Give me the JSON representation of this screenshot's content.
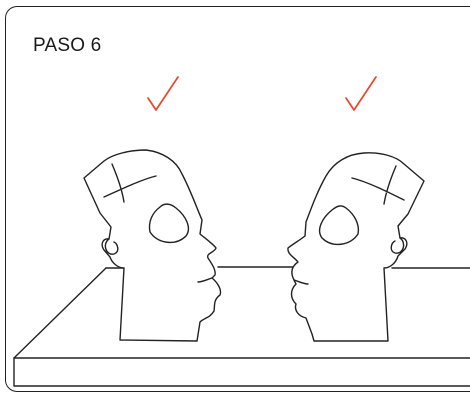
{
  "step": {
    "title": "PASO 6"
  },
  "marks": {
    "left_check": "check-mark",
    "right_check": "check-mark",
    "check_color": "#e8472a"
  },
  "colors": {
    "line": "#222222",
    "background": "#ffffff"
  }
}
